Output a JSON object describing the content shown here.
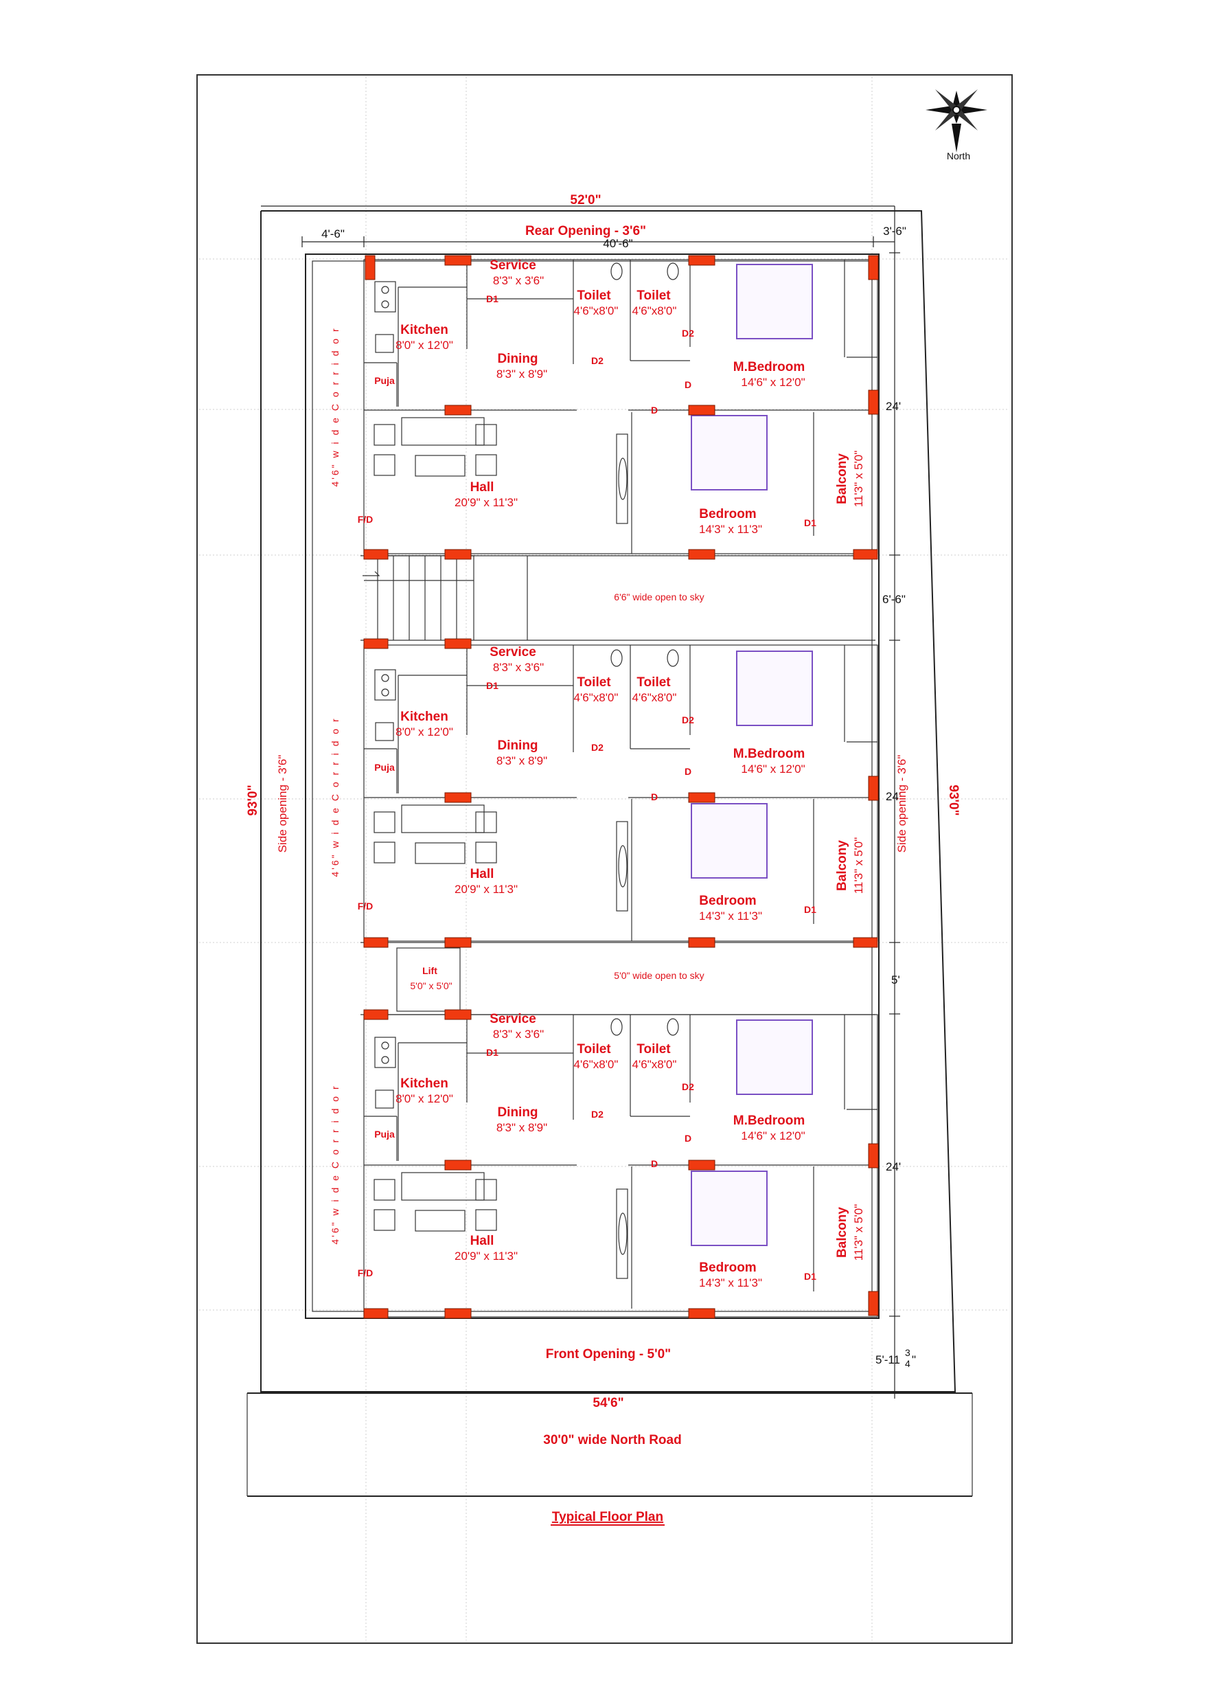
{
  "compass": {
    "label": "North"
  },
  "plot": {
    "top_width": "52'0\"",
    "depth_left": "93'0\"",
    "depth_right": "93'0\"",
    "bottom_width": "54'6\""
  },
  "openings": {
    "rear": "Rear Opening - 3'6\"",
    "front": "Front Opening - 5'0\"",
    "side_left": "Side opening - 3'6\"",
    "side_right": "Side opening - 3'6\""
  },
  "dimensions": {
    "left_offset": "4'-6\"",
    "building_width": "40'-6\"",
    "right_offset": "3'-6\"",
    "unit_depth_1": "24'",
    "gap_1": "6'-6\"",
    "unit_depth_2": "24'",
    "gap_2": "5'",
    "unit_depth_3": "24'",
    "front_setback": "5'-11",
    "front_setback_frac_top": "3",
    "front_setback_frac_bottom": "4",
    "front_setback_inch": "\""
  },
  "corridor_label": "4'6\" w i d e   C o r r i d o r",
  "open_sky_1": "6'6\" wide open to sky",
  "open_sky_2": "5'0\" wide open to sky",
  "lift": {
    "name": "Lift",
    "size": "5'0\" x 5'0\""
  },
  "units": [
    {
      "service": {
        "name": "Service",
        "size": "8'3\" x 3'6\""
      },
      "toilet_a": {
        "name": "Toilet",
        "size": "4'6\"x8'0\""
      },
      "toilet_b": {
        "name": "Toilet",
        "size": "4'6\"x8'0\""
      },
      "kitchen": {
        "name": "Kitchen",
        "size": "8'0\" x 12'0\""
      },
      "dining": {
        "name": "Dining",
        "size": "8'3\" x 8'9\""
      },
      "mbedroom": {
        "name": "M.Bedroom",
        "size": "14'6\" x 12'0\""
      },
      "puja": "Puja",
      "hall": {
        "name": "Hall",
        "size": "20'9\" x 11'3\""
      },
      "bedroom": {
        "name": "Bedroom",
        "size": "14'3\" x 11'3\""
      },
      "balcony": {
        "name": "Balcony",
        "size": "11'3\" x 5'0\""
      },
      "fd": "F/D",
      "d1": "D1",
      "d2": "D2",
      "d": "D"
    },
    {
      "service": {
        "name": "Service",
        "size": "8'3\" x 3'6\""
      },
      "toilet_a": {
        "name": "Toilet",
        "size": "4'6\"x8'0\""
      },
      "toilet_b": {
        "name": "Toilet",
        "size": "4'6\"x8'0\""
      },
      "kitchen": {
        "name": "Kitchen",
        "size": "8'0\" x 12'0\""
      },
      "dining": {
        "name": "Dining",
        "size": "8'3\" x 8'9\""
      },
      "mbedroom": {
        "name": "M.Bedroom",
        "size": "14'6\" x 12'0\""
      },
      "puja": "Puja",
      "hall": {
        "name": "Hall",
        "size": "20'9\" x 11'3\""
      },
      "bedroom": {
        "name": "Bedroom",
        "size": "14'3\" x 11'3\""
      },
      "balcony": {
        "name": "Balcony",
        "size": "11'3\" x 5'0\""
      },
      "fd": "F/D",
      "d1": "D1",
      "d2": "D2",
      "d": "D"
    },
    {
      "service": {
        "name": "Service",
        "size": "8'3\" x 3'6\""
      },
      "toilet_a": {
        "name": "Toilet",
        "size": "4'6\"x8'0\""
      },
      "toilet_b": {
        "name": "Toilet",
        "size": "4'6\"x8'0\""
      },
      "kitchen": {
        "name": "Kitchen",
        "size": "8'0\" x 12'0\""
      },
      "dining": {
        "name": "Dining",
        "size": "8'3\" x 8'9\""
      },
      "mbedroom": {
        "name": "M.Bedroom",
        "size": "14'6\" x 12'0\""
      },
      "puja": "Puja",
      "hall": {
        "name": "Hall",
        "size": "20'9\" x 11'3\""
      },
      "bedroom": {
        "name": "Bedroom",
        "size": "14'3\" x 11'3\""
      },
      "balcony": {
        "name": "Balcony",
        "size": "11'3\" x 5'0\""
      },
      "fd": "F/D",
      "d1": "D1",
      "d2": "D2",
      "d": "D"
    }
  ],
  "road": "30'0\" wide North Road",
  "drawing_title": "Typical Floor Plan",
  "colors": {
    "text_red": "#e0101a",
    "column": "#f03a10",
    "bed": "#7a4fc4"
  }
}
